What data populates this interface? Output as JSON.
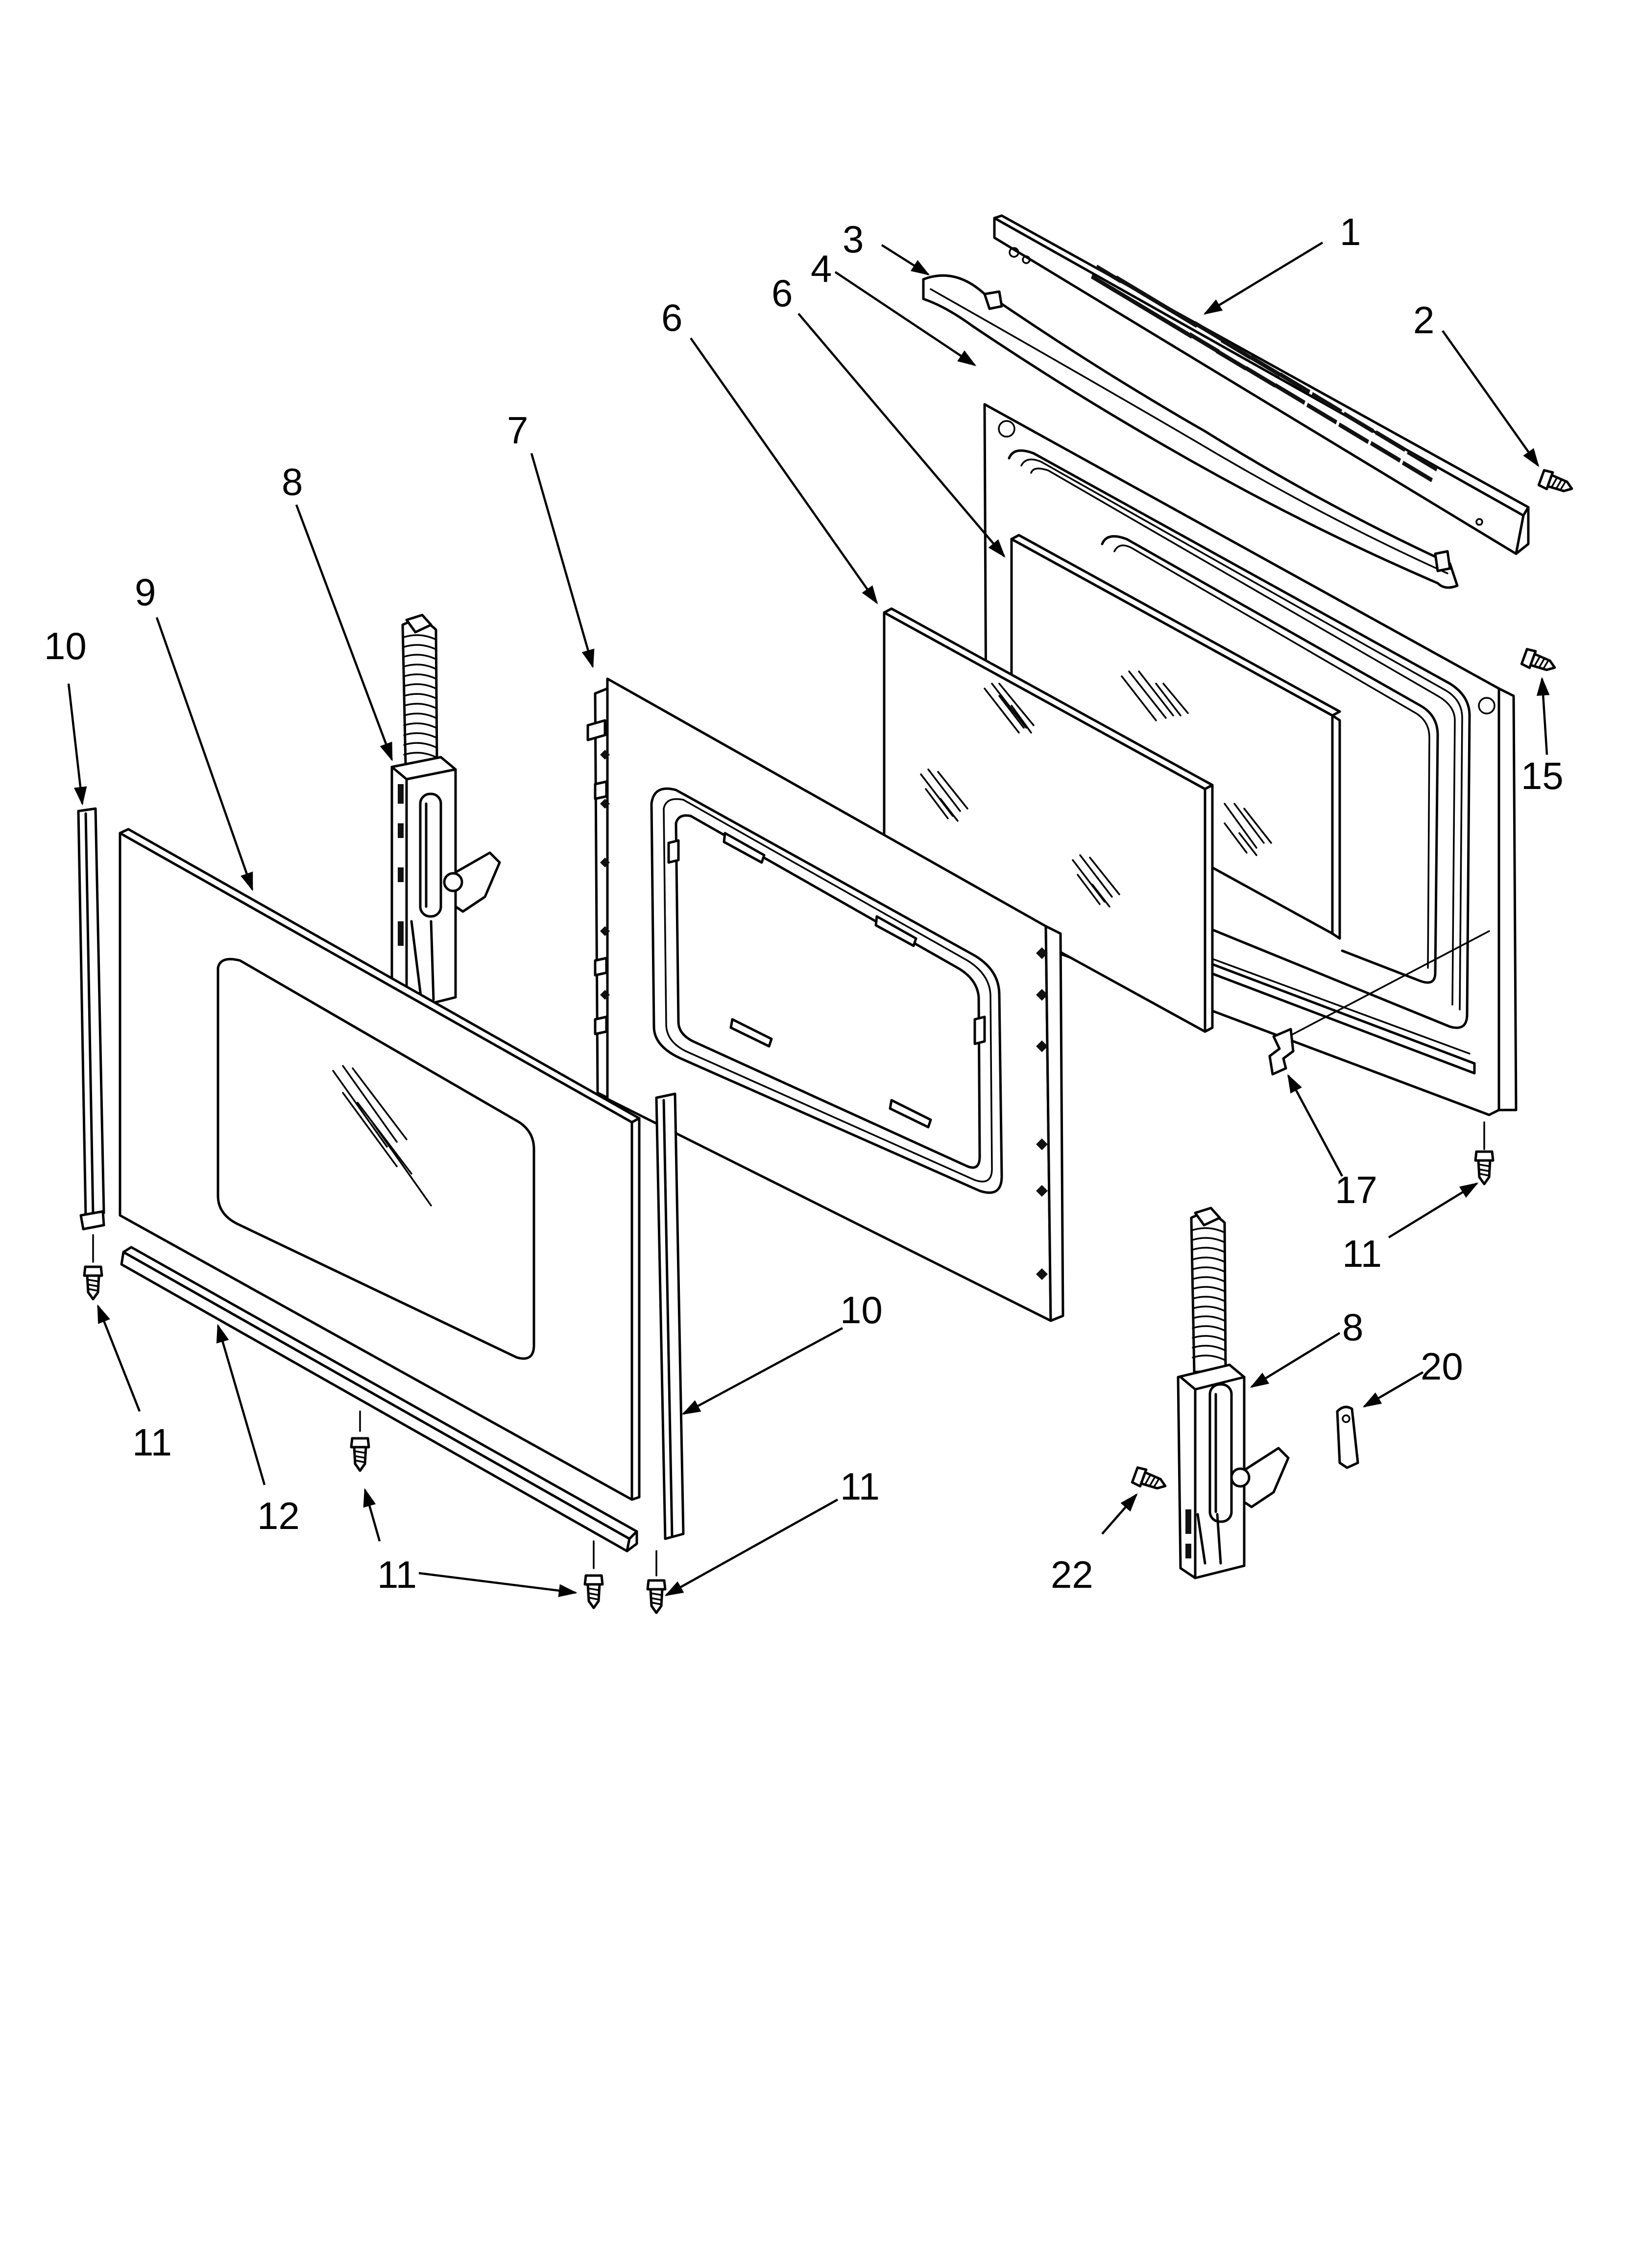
{
  "callouts": [
    {
      "id": "c1",
      "label": "1"
    },
    {
      "id": "c2",
      "label": "2"
    },
    {
      "id": "c3",
      "label": "3"
    },
    {
      "id": "c4",
      "label": "4"
    },
    {
      "id": "c6a",
      "label": "6"
    },
    {
      "id": "c6b",
      "label": "6"
    },
    {
      "id": "c7",
      "label": "7"
    },
    {
      "id": "c8a",
      "label": "8"
    },
    {
      "id": "c9",
      "label": "9"
    },
    {
      "id": "c10a",
      "label": "10"
    },
    {
      "id": "c15",
      "label": "15"
    },
    {
      "id": "c17",
      "label": "17"
    },
    {
      "id": "c11a",
      "label": "11"
    },
    {
      "id": "c10b",
      "label": "10"
    },
    {
      "id": "c8b",
      "label": "8"
    },
    {
      "id": "c20",
      "label": "20"
    },
    {
      "id": "c11b",
      "label": "11"
    },
    {
      "id": "c11c",
      "label": "11"
    },
    {
      "id": "c12",
      "label": "12"
    },
    {
      "id": "c11d",
      "label": "11"
    },
    {
      "id": "c22",
      "label": "22"
    }
  ]
}
